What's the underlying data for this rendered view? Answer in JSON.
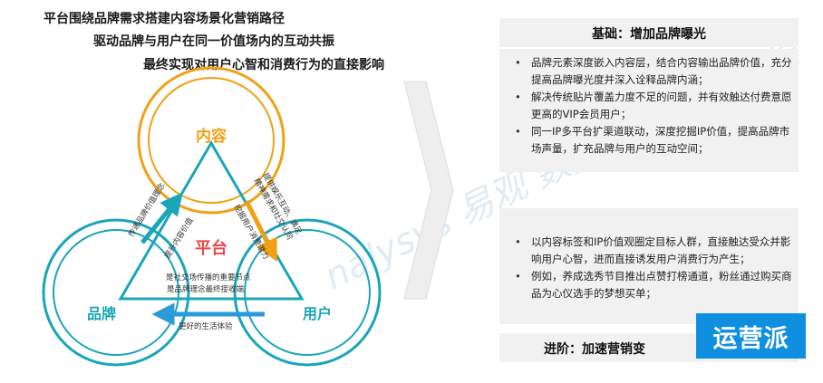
{
  "headlines": [
    "平台围绕品牌需求搭建内容场景化营销路径",
    "驱动品牌与用户在同一价值场内的互动共振",
    "最终实现对用户心智和消费行为的直接影响"
  ],
  "diagram": {
    "nodes": {
      "content": "内容",
      "brand": "品牌",
      "user": "用户",
      "platform": "平台"
    },
    "edge_labels": {
      "brand_content": "传递品牌价值理念",
      "content_brand": "提升内容价值",
      "content_user_a": "提供娱乐互动、满足",
      "content_user_b": "精神需求和社交认同",
      "user_content": "挖掘用户消费潜力",
      "center_a": "是社交场传播的重要节点",
      "center_b": "是品牌理念最终接收端",
      "user_brand": "更好的生活体验"
    },
    "colors": {
      "orange": "#f2a014",
      "teal": "#1aa5b9",
      "blue": "#2a9bd8",
      "platform_red": "#e94a4a"
    }
  },
  "panel_top": {
    "title": "基础：增加品牌曝光",
    "bullets": [
      "品牌元素深度嵌入内容层，结合内容输出品牌价值，充分提高品牌曝光度并深入诠释品牌内涵；",
      "解决传统贴片覆盖力度不足的问题，并有效触达付费意愿更高的VIP会员用户；",
      "同一IP多平台扩渠道联动，深度挖掘IP价值，提高品牌市场声量，扩充品牌与用户的互动空间；"
    ]
  },
  "panel_bottom": {
    "title": "进阶：加速营销变",
    "bullets": [
      "以内容标签和IP价值观圈定目标人群，直接触达受众并影响用户心智，进而直接诱发用户消费行为产生；",
      "例如，养成选秀节目推出点赞打榜通道，粉丝通过购买商品为心仪选手的梦想买单；"
    ]
  },
  "watermark": "nalysys 易观 数据驱动精益成长",
  "logo_text": "运营派"
}
